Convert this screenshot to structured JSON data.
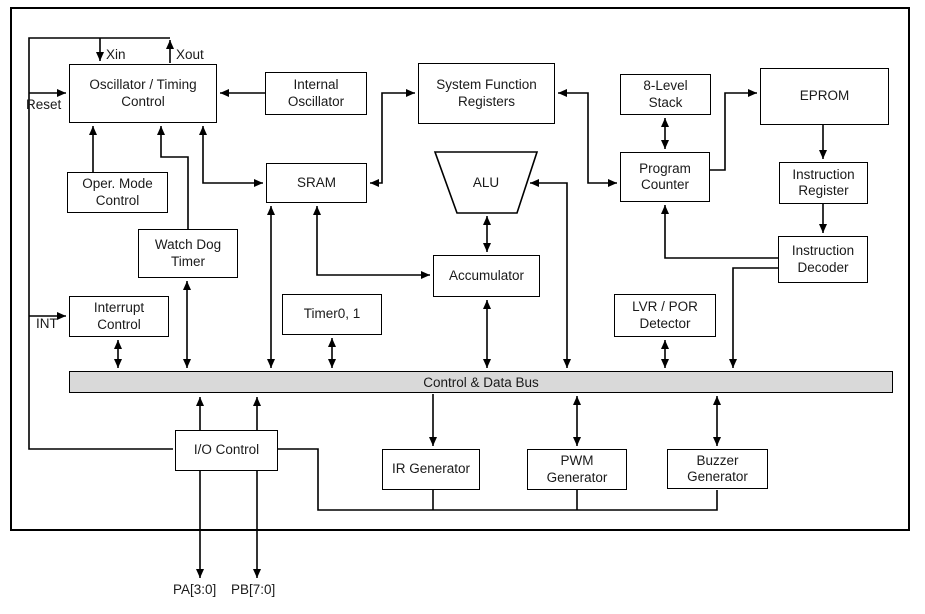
{
  "diagram": {
    "bus_label": "Control & Data Bus",
    "blocks": {
      "oscillator": {
        "label": "Oscillator / Timing\nControl"
      },
      "internal_oscillator": {
        "label": "Internal\nOscillator"
      },
      "system_function_registers": {
        "label": "System Function\nRegisters"
      },
      "stack": {
        "label": "8-Level\nStack"
      },
      "eprom": {
        "label": "EPROM"
      },
      "oper_mode_control": {
        "label": "Oper. Mode\nControl"
      },
      "sram": {
        "label": "SRAM"
      },
      "alu": {
        "label": "ALU"
      },
      "program_counter": {
        "label": "Program\nCounter"
      },
      "instruction_register": {
        "label": "Instruction\nRegister"
      },
      "watch_dog_timer": {
        "label": "Watch Dog\nTimer"
      },
      "accumulator": {
        "label": "Accumulator"
      },
      "instruction_decoder": {
        "label": "Instruction\nDecoder"
      },
      "timer": {
        "label": "Timer0, 1"
      },
      "lvr_por_detector": {
        "label": "LVR / POR\nDetector"
      },
      "interrupt_control": {
        "label": "Interrupt\nControl"
      },
      "io_control": {
        "label": "I/O Control"
      },
      "ir_generator": {
        "label": "IR Generator"
      },
      "pwm_generator": {
        "label": "PWM\nGenerator"
      },
      "buzzer_generator": {
        "label": "Buzzer\nGenerator"
      }
    },
    "pins": {
      "xin": "Xin",
      "xout": "Xout",
      "reset": "Reset",
      "int": "INT",
      "port_a": "PA[3:0]",
      "port_b": "PB[7:0]"
    },
    "colors": {
      "line": "#000000",
      "bus_fill": "#d9d9d9",
      "background": "#ffffff"
    }
  }
}
